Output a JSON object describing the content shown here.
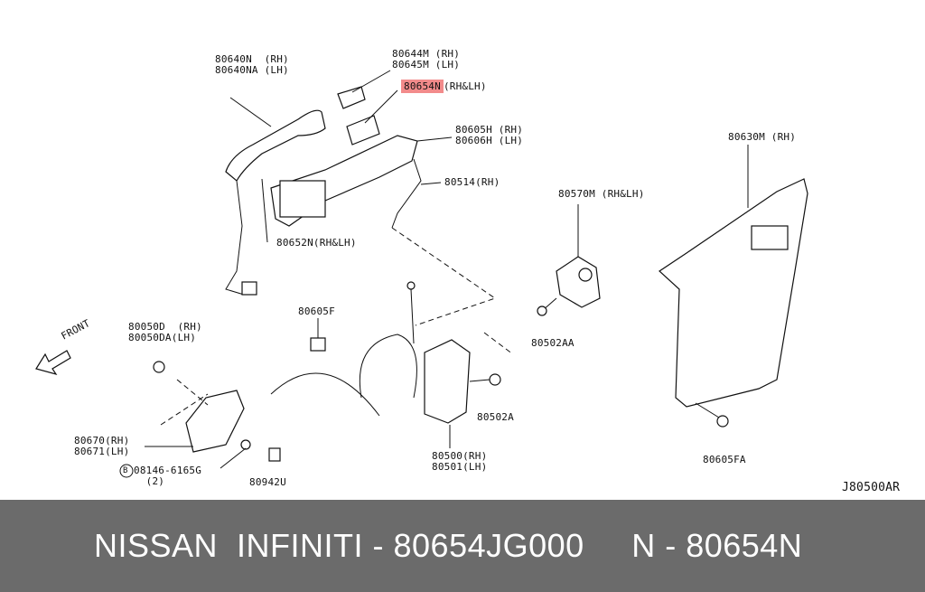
{
  "labels": {
    "p80640n": "80640N  (RH)\n80640NA (LH)",
    "p80644m": "80644M (RH)\n80645M (LH)",
    "p80654n_code": "80654N",
    "p80654n_side": "(RH&LH)",
    "p80605h": "80605H (RH)\n80606H (LH)",
    "p80514": "80514(RH)",
    "p80652n": "80652N(RH&LH)",
    "p80630m": "80630M (RH)",
    "p80570m": "80570M (RH&LH)",
    "p80502aa": "80502AA",
    "p80605f": "80605F",
    "p80050d": "80050D  (RH)\n80050DA(LH)",
    "front": "FRONT",
    "p80670": "80670(RH)\n80671(LH)",
    "p08146": "08146-6165G\n  (2)",
    "bolt_symbol": "B",
    "p80942u": "80942U",
    "p80500": "80500(RH)\n80501(LH)",
    "p80502a": "80502A",
    "p80605fa": "80605FA",
    "diagram_code": "J80500AR"
  },
  "footer": {
    "text": "NISSAN  INFINITI - 80654JG000     N - 80654N"
  },
  "colors": {
    "highlight": "#f28b8b",
    "bar": "#6b6b6b"
  }
}
